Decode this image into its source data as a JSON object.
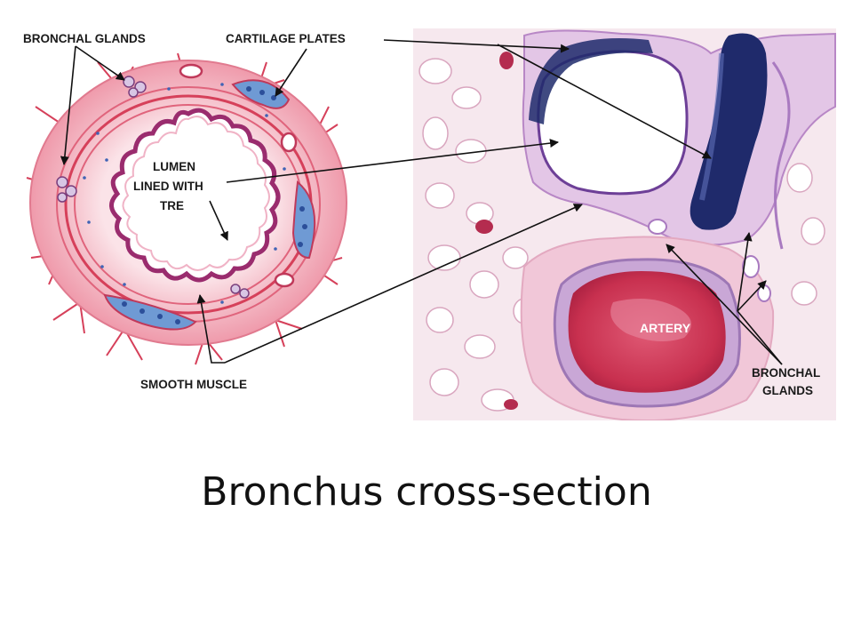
{
  "slide": {
    "title": "Bronchus cross-section"
  },
  "diagram_labels": {
    "bronchal_glands_left": "BRONCHAL GLANDS",
    "cartilage_plates": "CARTILAGE PLATES",
    "lumen_line1": "LUMEN",
    "lumen_line2": "LINED WITH",
    "lumen_line3": "TRE",
    "smooth_muscle": "SMOOTH MUSCLE"
  },
  "micrograph_labels": {
    "artery": "ARTERY",
    "bronchal_glands_line1": "BRONCHAL",
    "bronchal_glands_line2": "GLANDS"
  },
  "colors": {
    "tissue_pink": "#f2b8c4",
    "muscle_red": "#d6405a",
    "cartilage_blue": "#4f7fc6",
    "stain_navy": "#1f2a6b",
    "artery_red": "#cf3a58",
    "lung_bg": "#f6e8ee"
  }
}
